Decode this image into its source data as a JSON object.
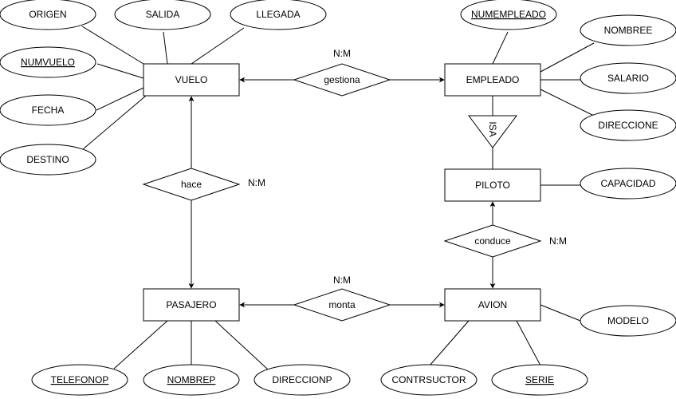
{
  "diagram": {
    "type": "entity-relationship",
    "entities": [
      {
        "id": "vuelo",
        "label": "VUELO"
      },
      {
        "id": "empleado",
        "label": "EMPLEADO"
      },
      {
        "id": "piloto",
        "label": "PILOTO"
      },
      {
        "id": "avion",
        "label": "AVION"
      },
      {
        "id": "pasajero",
        "label": "PASAJERO"
      }
    ],
    "relationships": [
      {
        "id": "gestiona",
        "label": "gestiona",
        "cardinality": "N:M",
        "from": "gestiona",
        "to": [
          "vuelo",
          "empleado"
        ]
      },
      {
        "id": "hace",
        "label": "hace",
        "cardinality": "N:M",
        "to": [
          "vuelo",
          "pasajero"
        ]
      },
      {
        "id": "conduce",
        "label": "conduce",
        "cardinality": "N:M",
        "to": [
          "piloto",
          "avion"
        ]
      },
      {
        "id": "monta",
        "label": "monta",
        "cardinality": "N:M",
        "to": [
          "pasajero",
          "avion"
        ]
      }
    ],
    "isa": {
      "label": "ISA",
      "parent": "empleado",
      "child": "piloto"
    },
    "attributes": [
      {
        "id": "origen",
        "label": "ORIGEN",
        "entity": "vuelo",
        "key": false
      },
      {
        "id": "salida",
        "label": "SALIDA",
        "entity": "vuelo",
        "key": false
      },
      {
        "id": "llegada",
        "label": "LLEGADA",
        "entity": "vuelo",
        "key": false
      },
      {
        "id": "numvuelo",
        "label": "NUMVUELO",
        "entity": "vuelo",
        "key": true
      },
      {
        "id": "fecha",
        "label": "FECHA",
        "entity": "vuelo",
        "key": false
      },
      {
        "id": "destino",
        "label": "DESTINO",
        "entity": "vuelo",
        "key": false
      },
      {
        "id": "numempleado",
        "label": "NUMEMPLEADO",
        "entity": "empleado",
        "key": true
      },
      {
        "id": "nombree",
        "label": "NOMBREE",
        "entity": "empleado",
        "key": false
      },
      {
        "id": "salario",
        "label": "SALARIO",
        "entity": "empleado",
        "key": false
      },
      {
        "id": "direccione",
        "label": "DIRECCIONE",
        "entity": "empleado",
        "key": false
      },
      {
        "id": "capacidad",
        "label": "CAPACIDAD",
        "entity": "piloto",
        "key": false
      },
      {
        "id": "modelo",
        "label": "MODELO",
        "entity": "avion",
        "key": false
      },
      {
        "id": "contrsuctor",
        "label": "CONTRSUCTOR",
        "entity": "avion",
        "key": false
      },
      {
        "id": "serie",
        "label": "SERIE",
        "entity": "avion",
        "key": true
      },
      {
        "id": "telefonop",
        "label": "TELEFONOP",
        "entity": "pasajero",
        "key": true
      },
      {
        "id": "nombrep",
        "label": "NOMBREP",
        "entity": "pasajero",
        "key": true
      },
      {
        "id": "direccionp",
        "label": "DIRECCIONP",
        "entity": "pasajero",
        "key": false
      }
    ]
  }
}
